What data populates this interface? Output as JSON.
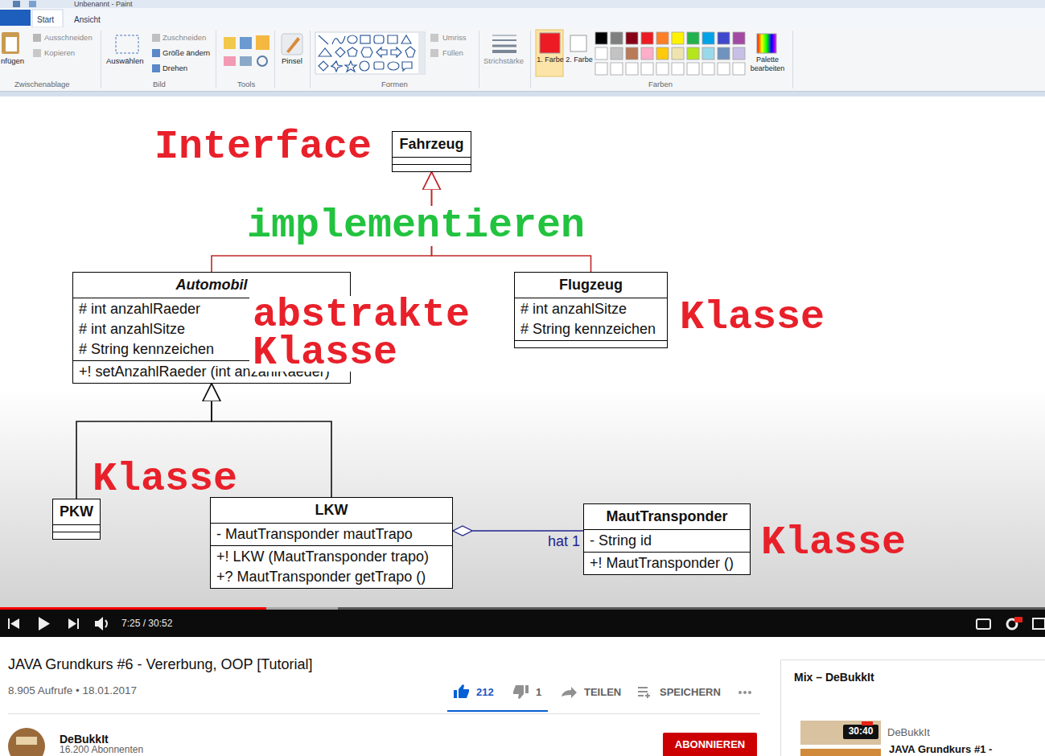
{
  "diagram": {
    "nodes": [
      {
        "text": [
          "Fahrzeug"
        ]
      },
      {
        "text": [
          "Automobil",
          "# int anzahlRaeder",
          "# int anzahlSitze",
          "# String kennzeichen",
          "+! setAnzahlRaeder (int anzahlRaeder)"
        ]
      },
      {
        "text": [
          "Flugzeug",
          "# int anzahlSitze",
          "# String kennzeichen"
        ]
      },
      {
        "text": [
          "PKW"
        ]
      },
      {
        "text": [
          "LKW",
          "- MautTransponder mautTrapo",
          "+! LKW (MautTransponder trapo)",
          "+? MautTransponder getTrapo ()"
        ]
      },
      {
        "text": [
          "MautTransponder",
          "- String id",
          "+! MautTransponder ()"
        ]
      }
    ],
    "edges": [
      {
        "from": 1,
        "to": 0,
        "arrow": "to"
      },
      {
        "from": 2,
        "to": 0,
        "arrow": "to"
      },
      {
        "from": 3,
        "to": 1,
        "arrow": "to"
      },
      {
        "from": 4,
        "to": 1,
        "arrow": "to"
      },
      {
        "from": 5,
        "to": 4,
        "arrow": "to",
        "label": "hat 1"
      }
    ],
    "labels": [
      "Unbenannt - Paint",
      "Start",
      "Ansicht",
      "nfügen",
      "Ausschneiden",
      "Kopieren",
      "Zwischenablage",
      "Auswählen",
      "Zuschneiden",
      "Größe ändern",
      "Drehen",
      "Bild",
      "Tools",
      "Pinsel",
      "Formen",
      "Umriss",
      "Füllen",
      "Strichstärke",
      "1. Farbe",
      "2. Farbe",
      "Farben",
      "Palette bearbeiten",
      "Interface",
      "implementieren",
      "abstrakte Klasse",
      "Klasse",
      "Klasse",
      "Klasse",
      "7:25 / 30:52",
      "JAVA Grundkurs #6 - Vererbung, OOP [Tutorial]",
      "8.905 Aufrufe • 18.01.2017",
      "212",
      "1",
      "TEILEN",
      "SPEICHERN",
      "DeBukkIt",
      "16.200 Abonnenten",
      "ABONNIEREN",
      "Mix – DeBukkIt",
      "30:40",
      "DeBukkIt",
      "JAVA Grundkurs #1 -"
    ]
  }
}
